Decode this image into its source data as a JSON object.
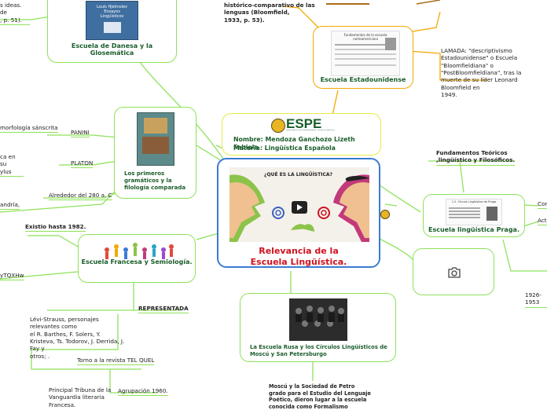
{
  "central": {
    "video_title": "¿QUÉ ES LA LINGÜÍSTICA?",
    "title_line1": "Relevancia de la",
    "title_line2": "Escuela Lingüística."
  },
  "name_box": {
    "logo_text": "ESPE",
    "logo_sub": "UNIVERSIDAD DE LAS FUERZAS ARMADAS · INNOVACIÓN PARA LA EXCELENCIA",
    "line1": "Nombre: Mendoza Ganchozo Lizeth Fabiola",
    "line2": "Materia: Lingüística Española"
  },
  "danesa": {
    "title": "Escuela de Danesa y la Glosemática",
    "left_text": "s ideas. de\n, p. 51).",
    "book_title": "Louis Hjelmslev\nEnsayos\nLingüísticos"
  },
  "estadounidense": {
    "title": "Escuela Estadounidense",
    "top_text": "histórico-comparativo de las\nlenguas (Bloomfield,\n1933, p. 53).",
    "right_text": "LAMADA: \"descriptivismo\nEstadounidense\" o Escuela \"Bloomfieldiana\" o\n\"PostBloomfieldiana\", tras la\nmuerte de su líder Leonard Bloomfield en\n1949.",
    "thumb_title": "Fundamentos de la escuela\nnorteamericana"
  },
  "gramaticos": {
    "title": "Los primeros gramáticos y la filología comparada",
    "panini": "PANINI",
    "morfologia": "morfología sánscrita",
    "platon": "PLATON",
    "platon_text": "ca en su\nylus",
    "alrededor": "Alrededor del 280 a. C",
    "andria": "andría,"
  },
  "francesa": {
    "title": "Escuela Francesa y Semiología.",
    "existio": "Existio hasta 1982.",
    "link_text": "yTQXHw",
    "representada": "REPRESENTADA",
    "rep_text": "Lévi-Strauss, personajes relevantes como\nel R. Barthes, F. Solers, Y.\nKristeva, Ts. Todorov, J. Derrida, J. Fay y\notros; .",
    "tel_quel": "Torno a la revista TEL QUEL",
    "tribuna": "Principal Tribuna de la\nVanguardia literaria\nFrancesa.",
    "agrupacion": "Agrupación 1960."
  },
  "praga": {
    "title": "Escuela lingüística Praga.",
    "fundamentos": "Fundamentos Teóricos\n,lingüístico y Filosóficos.",
    "thumb_title": "1.2. Círculo Lingüístico de Praga",
    "cor": "Cor",
    "act": "Acti",
    "year": "1926-1953"
  },
  "rusa": {
    "title": "La Escuela Rusa y los Círculos Lingüísticos de Moscú y San Petersburgo",
    "text": "Moscú y la Sociedad de Petro\ngrado para el Estudio del Lenguaje\nPoético, dieron lugar a la escuela\nconocida como Formalismo"
  },
  "colors": {
    "node_border": "#8ee25a",
    "central_border": "#3a7bd5",
    "title_red": "#d0121e",
    "title_green": "#1a5d2a",
    "estad_border": "#f2a900",
    "name_border": "#e8e84a"
  }
}
